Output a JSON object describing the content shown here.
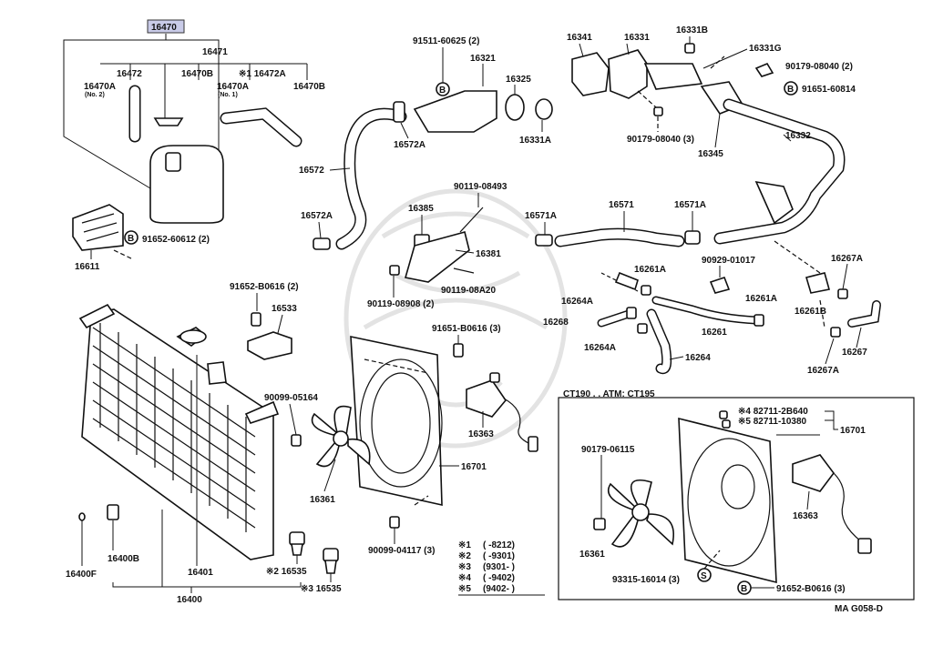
{
  "diagram": {
    "highlighted_part": "16470",
    "footer_code": "MA G058-D",
    "inset_title": "CT190 . . ATM: CT195",
    "parts": {
      "p16470": "16470",
      "p16471": "16471",
      "p16472": "16472",
      "p16470B_a": "16470B",
      "p16472A": "※1 16472A",
      "p16470A_l": "16470A",
      "p16470A_l_note": "(No. 2)",
      "p16470A_r": "16470A",
      "p16470A_r_note": "(No. 1)",
      "p16470B_b": "16470B",
      "p16611": "16611",
      "p91652_60612": "91652-60612 (2)",
      "p91511_60625": "91511-60625 (2)",
      "p16321": "16321",
      "p16325": "16325",
      "p16572A_a": "16572A",
      "p16331A": "16331A",
      "p16572": "16572",
      "p16572A_b": "16572A",
      "p16341": "16341",
      "p16331": "16331",
      "p16331B": "16331B",
      "p16331G": "16331G",
      "p90179_08040_2": "90179-08040 (2)",
      "p91651_60814": "91651-60814",
      "p90179_08040_3": "90179-08040 (3)",
      "p16345": "16345",
      "p16332": "16332",
      "p90119_08493": "90119-08493",
      "p16385": "16385",
      "p16381": "16381",
      "p90119_08908": "90119-08908 (2)",
      "p90119_08A20": "90119-08A20",
      "p16571A_a": "16571A",
      "p16571": "16571",
      "p16571A_b": "16571A",
      "p16261A_a": "16261A",
      "p90929_01017": "90929-01017",
      "p16264A_a": "16264A",
      "p16268": "16268",
      "p16264A_b": "16264A",
      "p16261": "16261",
      "p16261A_b": "16261A",
      "p16264": "16264",
      "p16267A_a": "16267A",
      "p16261B": "16261B",
      "p16267": "16267",
      "p16267A_b": "16267A",
      "p91652_B0616_2": "91652-B0616 (2)",
      "p16533": "16533",
      "p91651_B0616_3": "91651-B0616 (3)",
      "p90099_05164": "90099-05164",
      "p16363_a": "16363",
      "p16701_a": "16701",
      "p16361_a": "16361",
      "p90099_04117": "90099-04117 (3)",
      "p16400B": "16400B",
      "p16400F": "16400F",
      "p16401": "16401",
      "p16535_a": "※2 16535",
      "p16535_b": "※3 16535",
      "p16400": "16400",
      "p82711_2B640": "※4 82711-2B640",
      "p82711_10380": "※5 82711-10380",
      "p16701_b": "16701",
      "p90179_06115": "90179-06115",
      "p16363_b": "16363",
      "p16361_b": "16361",
      "p93315_16014": "93315-16014 (3)",
      "p91652_B0616_3": "91652-B0616 (3)"
    },
    "symbols": {
      "bolt": "B",
      "screw": "S"
    },
    "notes": [
      {
        "mark": "※1",
        "range": "(      -8212)"
      },
      {
        "mark": "※2",
        "range": "(      -9301)"
      },
      {
        "mark": "※3",
        "range": "(9301-      )"
      },
      {
        "mark": "※4",
        "range": "(      -9402)"
      },
      {
        "mark": "※5",
        "range": "(9402-      )"
      }
    ]
  }
}
